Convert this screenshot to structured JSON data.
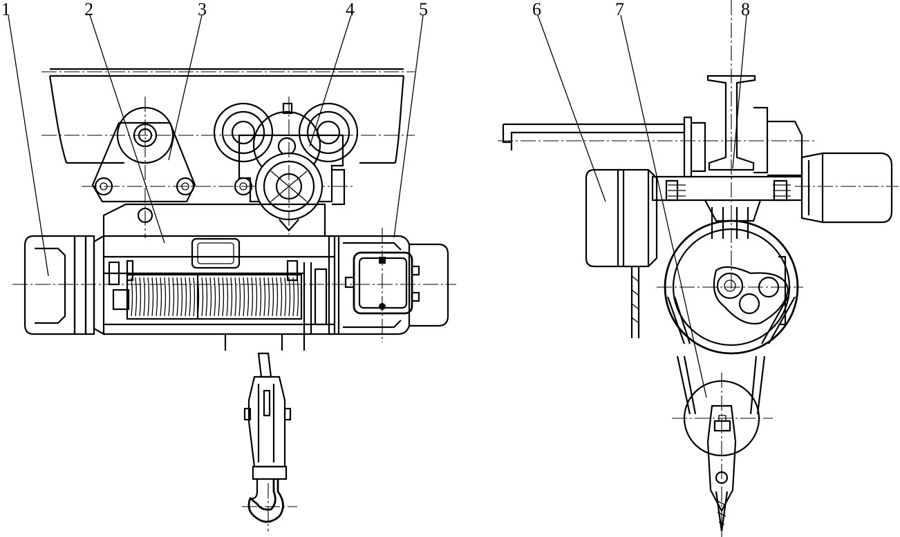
{
  "diagram": {
    "callouts": [
      {
        "id": "1",
        "label": "1"
      },
      {
        "id": "2",
        "label": "2"
      },
      {
        "id": "3",
        "label": "3"
      },
      {
        "id": "4",
        "label": "4"
      },
      {
        "id": "5",
        "label": "5"
      },
      {
        "id": "6",
        "label": "6"
      },
      {
        "id": "7",
        "label": "7"
      },
      {
        "id": "8",
        "label": "8"
      }
    ],
    "views": [
      {
        "id": "front-view"
      },
      {
        "id": "side-view"
      }
    ]
  }
}
